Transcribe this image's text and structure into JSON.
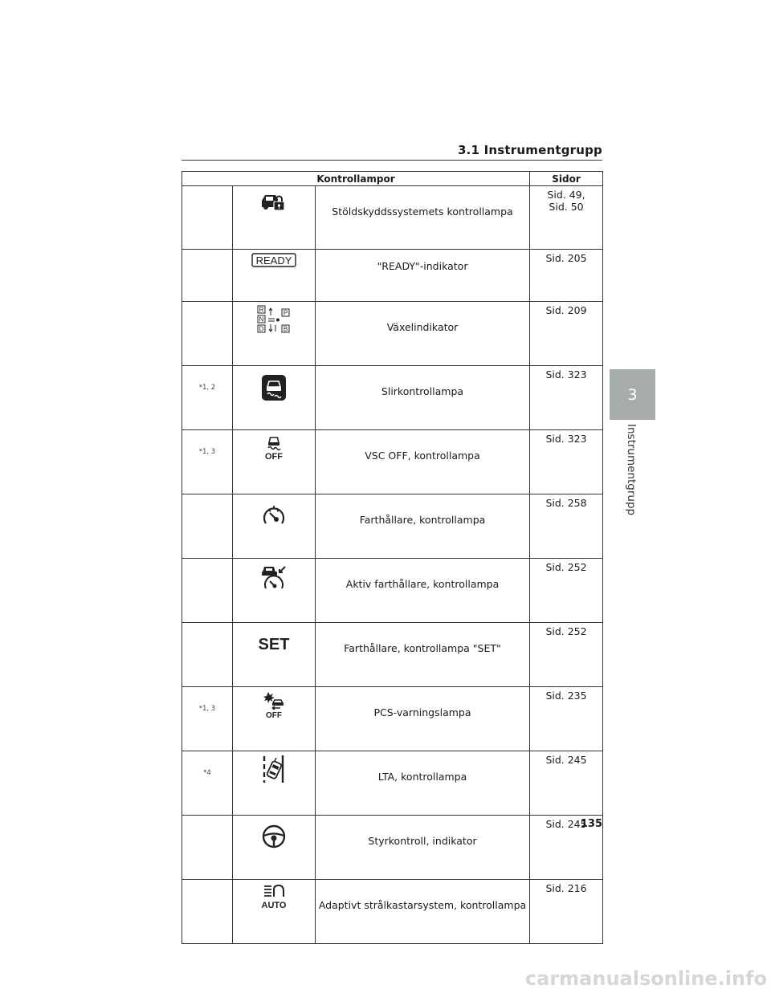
{
  "section": "3.1  Instrumentgrupp",
  "side_tab": {
    "number": "3",
    "label": "Instrumentgrupp"
  },
  "table": {
    "headers": [
      "Kontrollampor",
      "Sidor"
    ],
    "rows": [
      {
        "note": "",
        "icon": "anti-theft-lock-icon",
        "desc": "Stöldskyddssystemets kontrollampa",
        "page_lines": [
          "Sid. 49,",
          "Sid. 50"
        ]
      },
      {
        "note": "",
        "icon": "ready-indicator-icon",
        "icon_text": "READY",
        "desc": "\"READY\"-indikator",
        "page_lines": [
          "Sid. 205"
        ]
      },
      {
        "note": "",
        "icon": "shift-position-indicator-icon",
        "icon_letters": [
          "R",
          "N",
          "D",
          "P",
          "B"
        ],
        "desc": "Växelindikator",
        "page_lines": [
          "Sid. 209"
        ]
      },
      {
        "note": "*1, 2",
        "icon": "slip-indicator-icon",
        "desc": "Slirkontrollampa",
        "page_lines": [
          "Sid. 323"
        ]
      },
      {
        "note": "*1, 3",
        "icon": "vsc-off-icon",
        "icon_text": "OFF",
        "desc": "VSC OFF, kontrollampa",
        "page_lines": [
          "Sid. 323"
        ]
      },
      {
        "note": "",
        "icon": "cruise-control-icon",
        "desc": "Farthållare, kontrollampa",
        "page_lines": [
          "Sid. 258"
        ]
      },
      {
        "note": "",
        "icon": "dynamic-radar-cruise-icon",
        "desc": "Aktiv farthållare, kontrollampa",
        "page_lines": [
          "Sid. 252"
        ]
      },
      {
        "note": "",
        "icon": "cruise-set-icon",
        "icon_text": "SET",
        "desc": "Farthållare, kontrollampa \"SET\"",
        "page_lines": [
          "Sid. 252"
        ]
      },
      {
        "note": "*1, 3",
        "icon": "pcs-warning-icon",
        "icon_text": "OFF",
        "desc": "PCS-varningslampa",
        "page_lines": [
          "Sid. 235"
        ]
      },
      {
        "note": "*4",
        "icon": "lta-indicator-icon",
        "desc": "LTA, kontrollampa",
        "page_lines": [
          "Sid. 245"
        ]
      },
      {
        "note": "",
        "icon": "steering-control-icon",
        "desc": "Styrkontroll, indikator",
        "page_lines": [
          "Sid. 245"
        ]
      },
      {
        "note": "",
        "icon": "adaptive-high-beam-icon",
        "icon_text": "AUTO",
        "desc": "Adaptivt strålkastarsystem, kontrollampa",
        "page_lines": [
          "Sid. 216"
        ]
      }
    ]
  },
  "page_number": "135",
  "watermark": "carmanualsonline.info"
}
